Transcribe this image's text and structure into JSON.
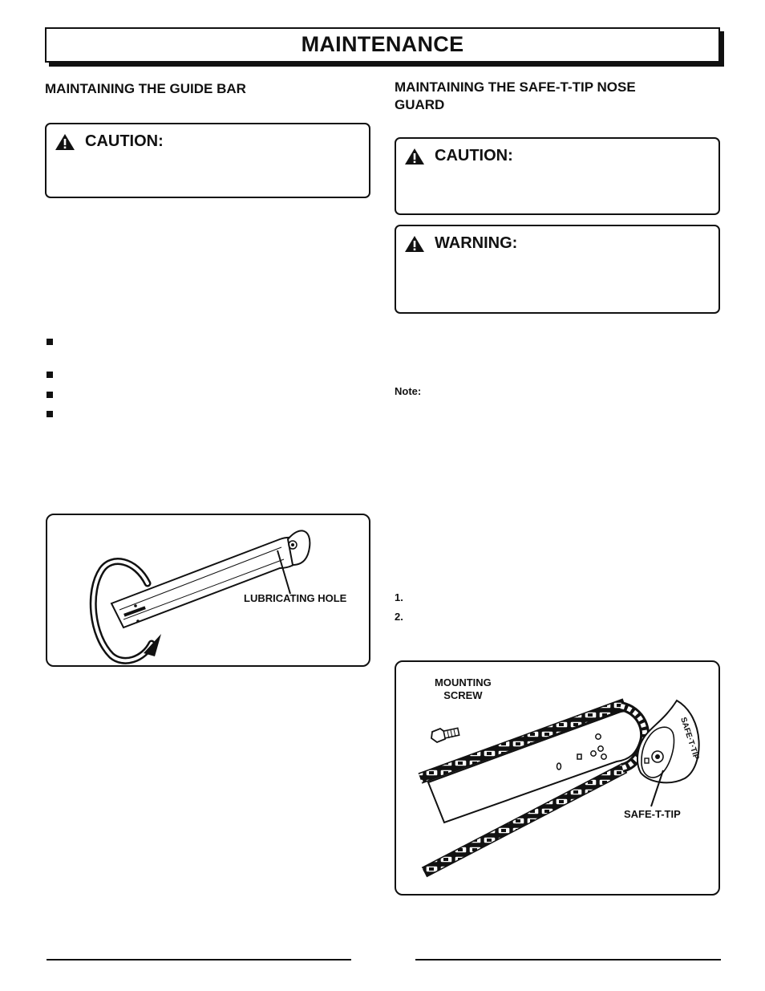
{
  "page": {
    "title": "MAINTENANCE"
  },
  "left_column": {
    "heading": "MAINTAINING THE GUIDE BAR",
    "caution": {
      "label": "CAUTION:",
      "icon": "warning-triangle-icon"
    },
    "bullets": [
      "",
      "",
      "",
      ""
    ],
    "figure": {
      "label": "LUBRICATING HOLE"
    }
  },
  "right_column": {
    "heading_line1": "MAINTAINING THE SAFE-T-TIP NOSE",
    "heading_line2": "GUARD",
    "caution": {
      "label": "CAUTION:",
      "icon": "warning-triangle-icon"
    },
    "warning": {
      "label": "WARNING:",
      "icon": "warning-triangle-icon"
    },
    "note_label": "Note:",
    "steps": [
      "1.",
      "2."
    ],
    "figure": {
      "mounting_screw_line1": "MOUNTING",
      "mounting_screw_line2": "SCREW",
      "safe_t_tip_label": "SAFE-T-TIP",
      "guard_text": "SAFE·T·TIP"
    }
  }
}
